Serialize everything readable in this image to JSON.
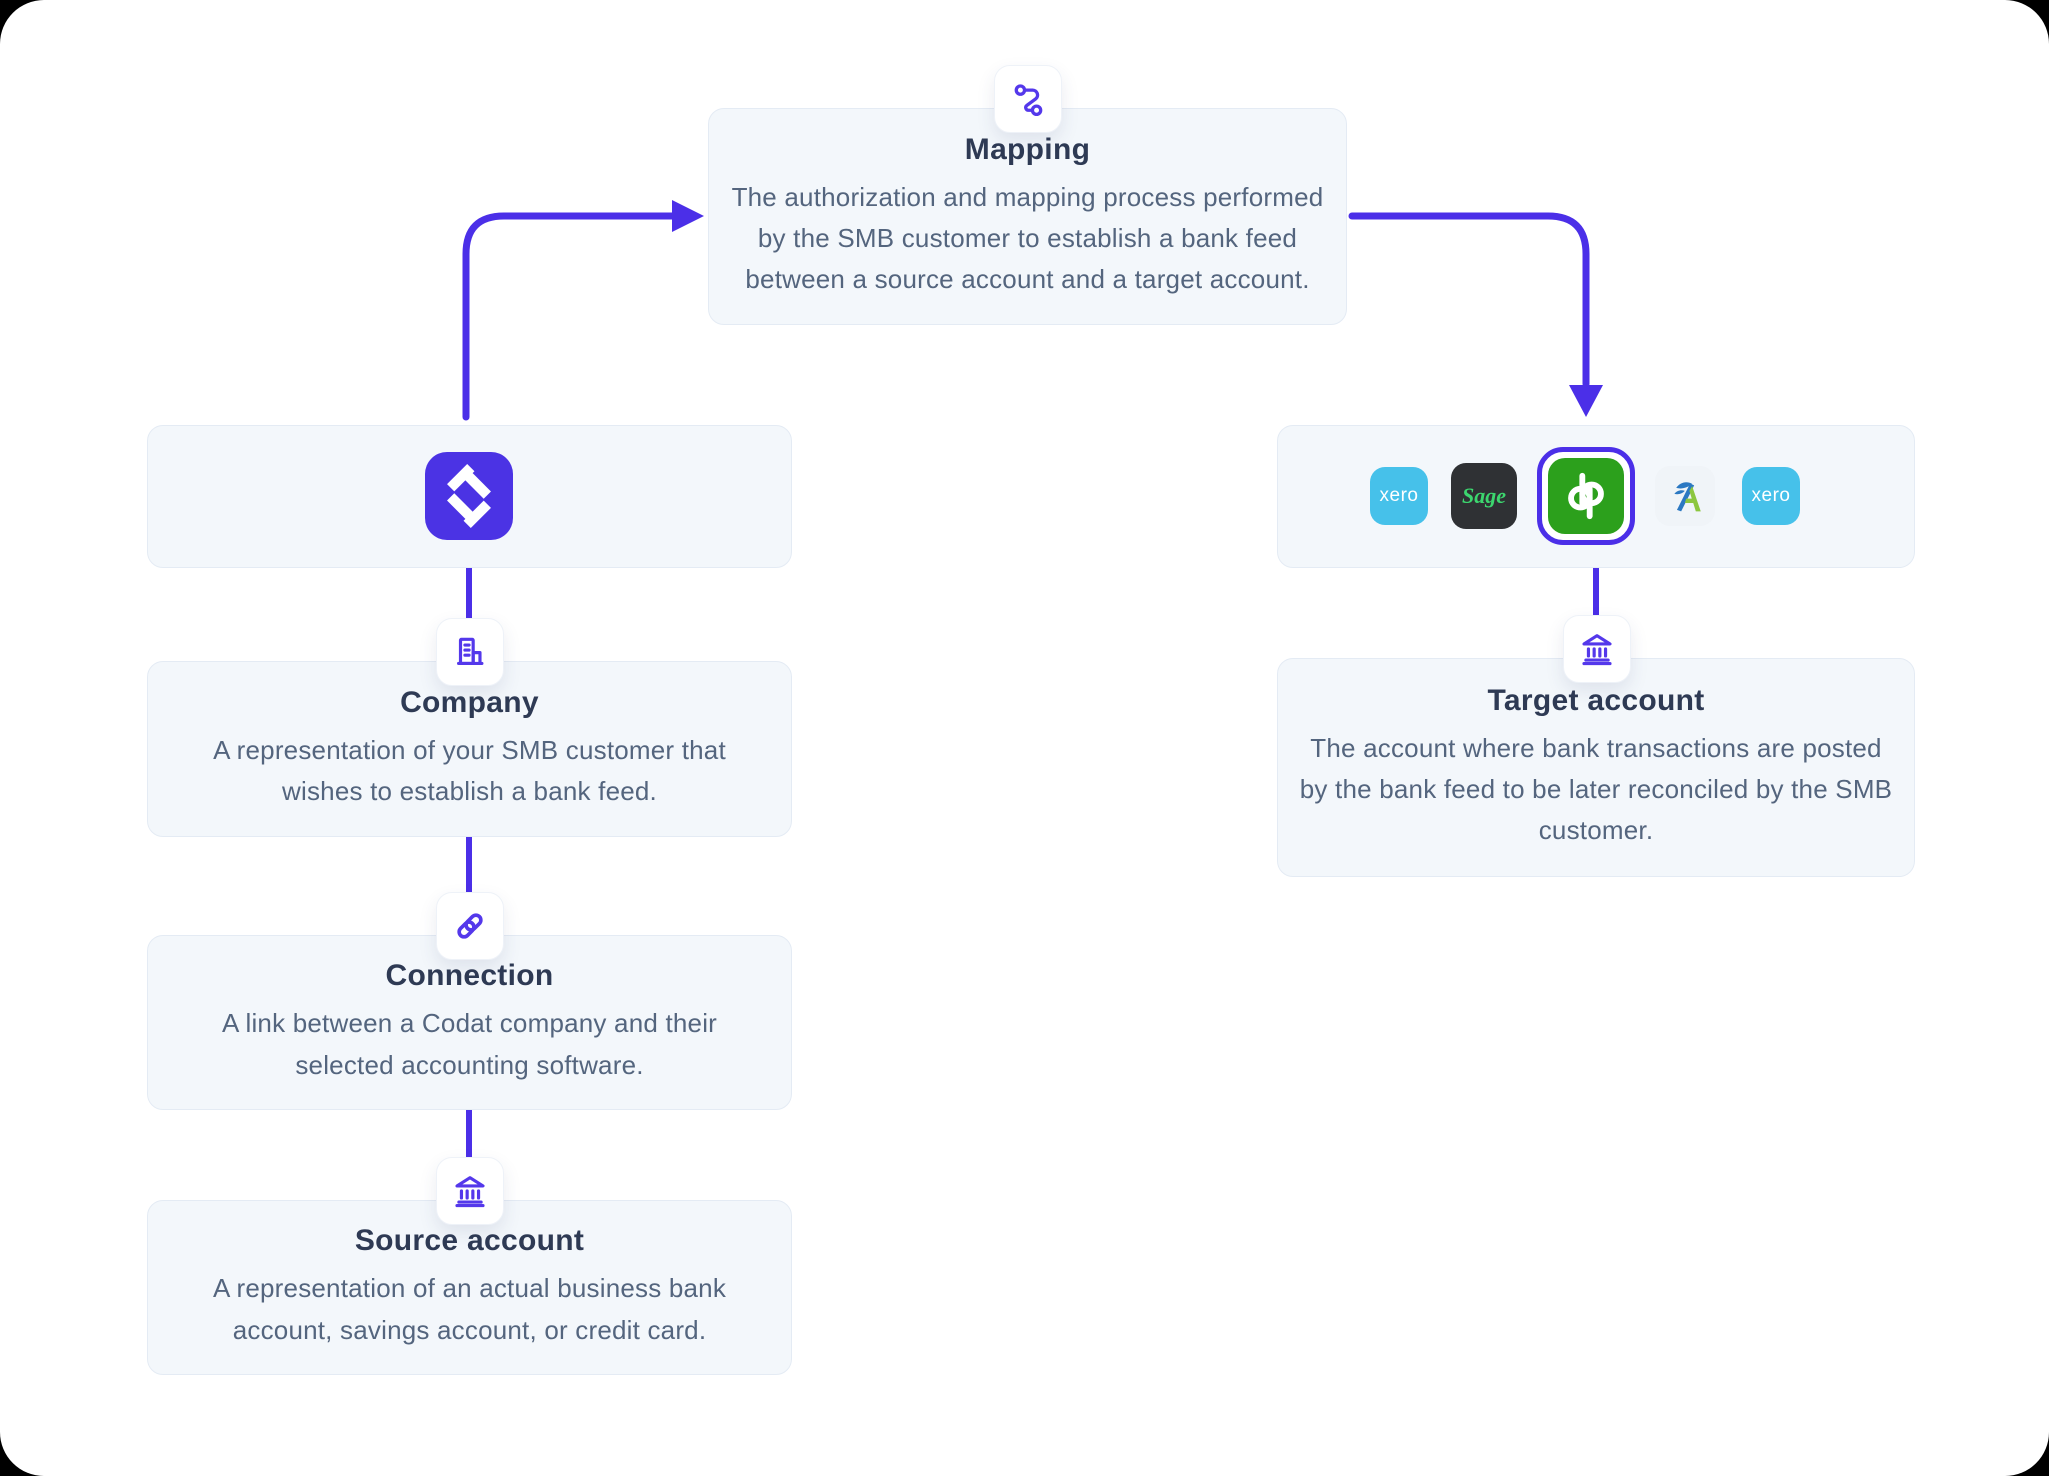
{
  "colors": {
    "accent_purple": "#4B2FE8",
    "codat_purple": "#4B33E4",
    "card_background": "#F3F7FB",
    "card_border": "#E4EBF4",
    "title_text": "#2E3A54",
    "body_text": "#54657E",
    "xero_blue": "#46C1EA",
    "sage_dark": "#2F3134",
    "sage_green": "#3CD66E",
    "quickbooks_green": "#2CA01C",
    "freeagent_blue": "#2B78C2",
    "freeagent_green": "#8CC63F"
  },
  "cards": {
    "mapping": {
      "title": "Mapping",
      "description": "The authorization and mapping process performed by the SMB customer to establish a bank feed between a source account and a target account.",
      "icon": "route-icon"
    },
    "codat": {
      "icon": "codat-logo"
    },
    "company": {
      "title": "Company",
      "description": "A representation of your SMB customer that wishes to establish a bank feed.",
      "icon": "office-building-icon"
    },
    "connection": {
      "title": "Connection",
      "description": "A link between a Codat company and their selected accounting software.",
      "icon": "link-icon"
    },
    "source_account": {
      "title": "Source account",
      "description": "A representation of an actual business bank account, savings account, or credit card.",
      "icon": "bank-icon"
    },
    "target_account": {
      "title": "Target account",
      "description": "The account where bank transactions are posted by the bank feed to be later reconciled by the SMB customer.",
      "icon": "bank-icon"
    }
  },
  "integrations": {
    "items": [
      {
        "name": "xero",
        "label": "xero",
        "selected": false
      },
      {
        "name": "sage",
        "label": "Sage",
        "selected": false
      },
      {
        "name": "quickbooks",
        "icon": "quickbooks-logo",
        "selected": true
      },
      {
        "name": "freeagent",
        "icon": "freeagent-logo",
        "selected": false
      },
      {
        "name": "xero",
        "label": "xero",
        "selected": false
      }
    ]
  }
}
